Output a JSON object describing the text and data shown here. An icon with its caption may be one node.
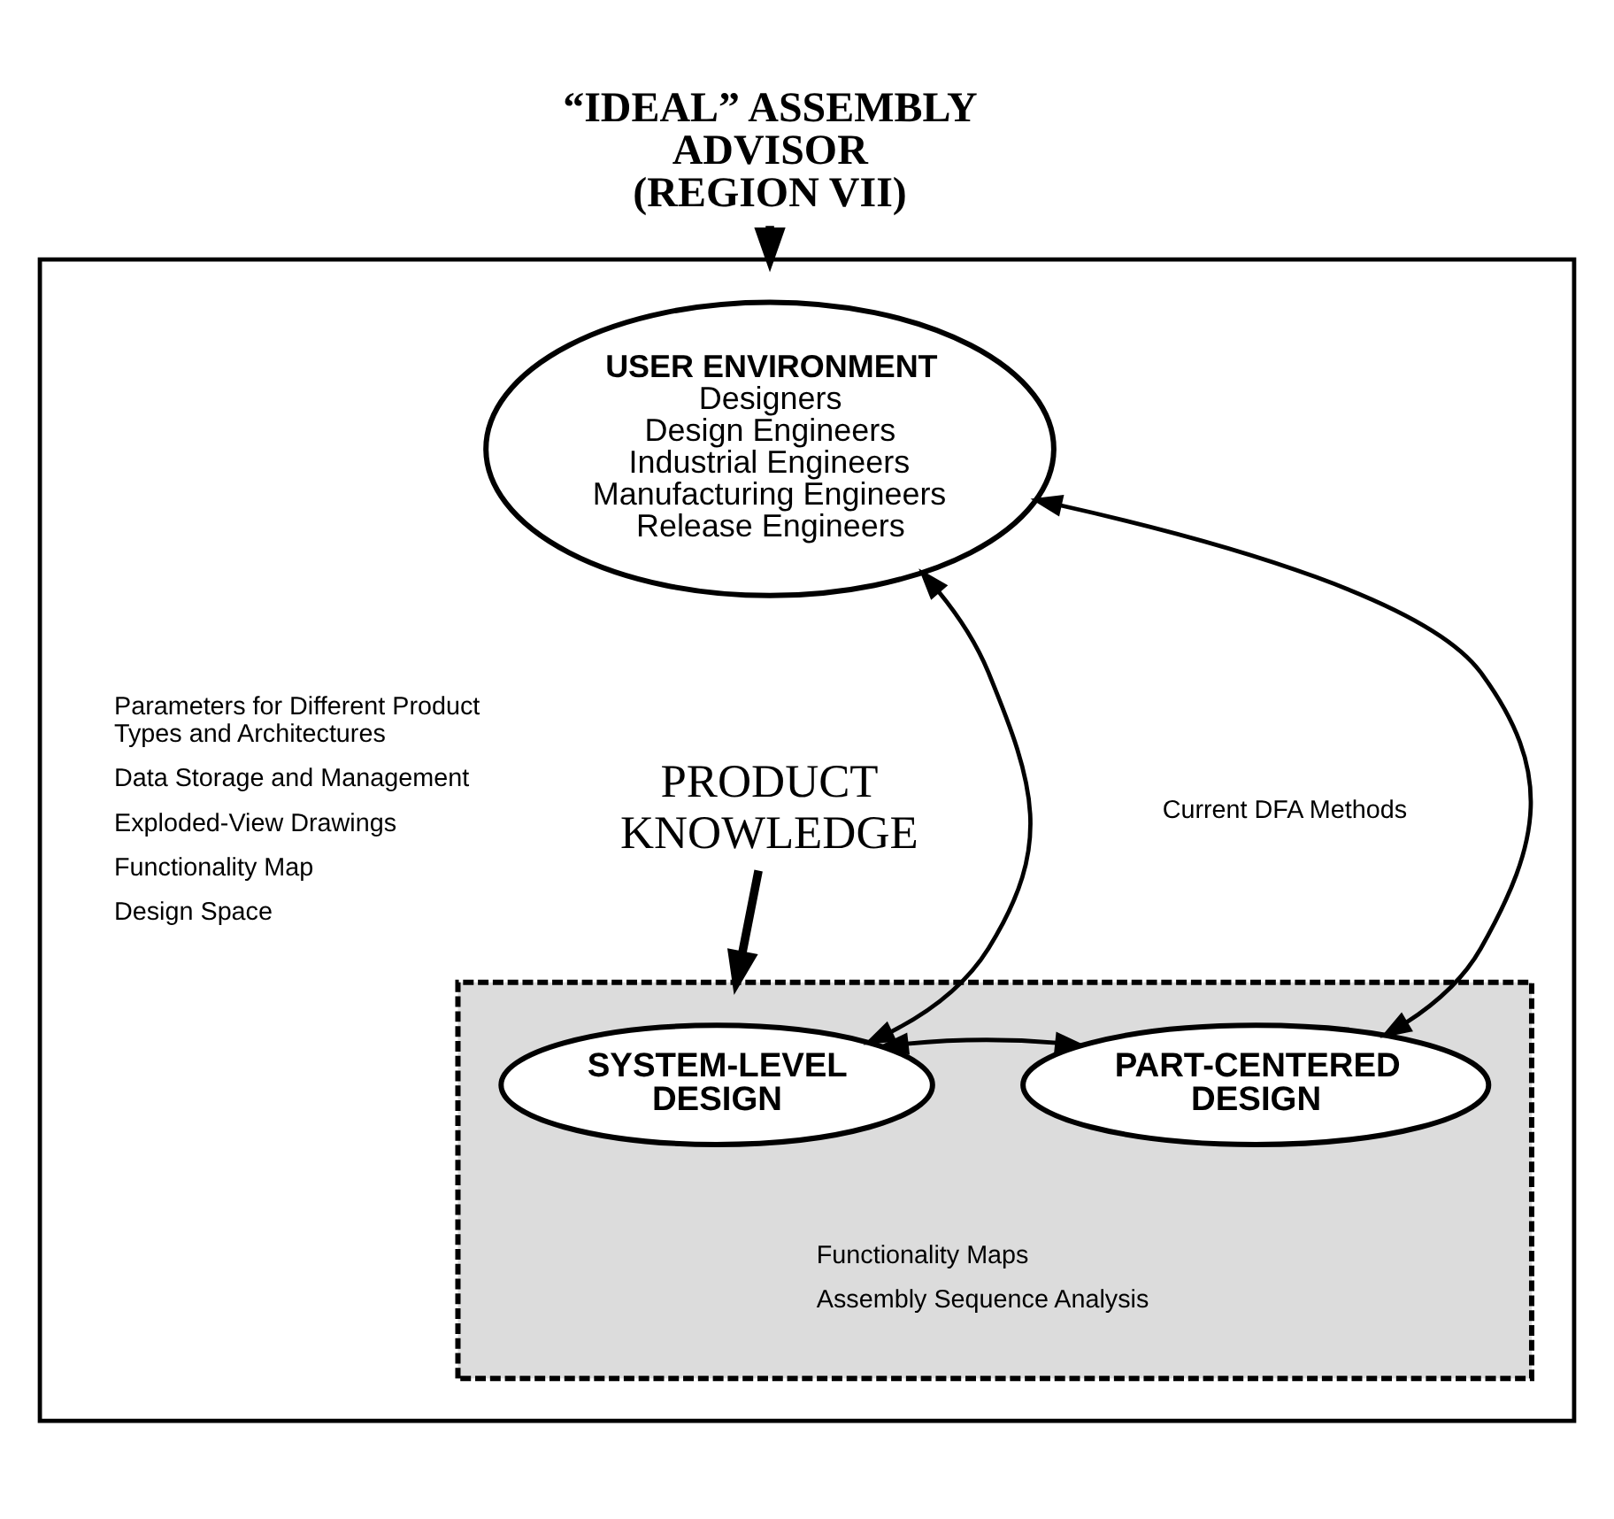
{
  "diagram": {
    "nodes": [
      {
        "text": [
          "“IDEAL” ASSEMBLY ADVISOR (REGION VII)"
        ]
      },
      {
        "text": [],
        "shape": "box"
      },
      {
        "text": [
          "USER ENVIRONMENT",
          "Designers",
          "Design Engineers",
          "Industrial Engineers",
          "Manufacturing Engineers",
          "Release Engineers"
        ],
        "in": 1
      },
      {
        "text": [
          "PRODUCT KNOWLEDGE"
        ],
        "in": 1
      },
      {
        "text": [],
        "shape": "box",
        "in": 1
      },
      {
        "text": [
          "SYSTEM-LEVEL DESIGN"
        ],
        "in": 4
      },
      {
        "text": [
          "PART-CENTERED DESIGN"
        ],
        "in": 4
      }
    ],
    "edges": [
      {
        "from": 0,
        "to": 1,
        "arrow": "to",
        "style": "thick"
      },
      {
        "from": 3,
        "to": 4,
        "arrow": "to",
        "style": "thick"
      },
      {
        "from": 2,
        "to": 5,
        "arrow": "both"
      },
      {
        "from": 2,
        "to": 6,
        "arrow": "both"
      },
      {
        "from": 5,
        "to": 6,
        "arrow": "both"
      }
    ],
    "labels": [
      "Parameters for Different Product Types and Architectures",
      "Data Storage and Management",
      "Exploded-View Drawings",
      "Functionality Map",
      "Design Space",
      "Current DFA Methods",
      "Functionality Maps",
      "Assembly Sequence Analysis"
    ]
  }
}
